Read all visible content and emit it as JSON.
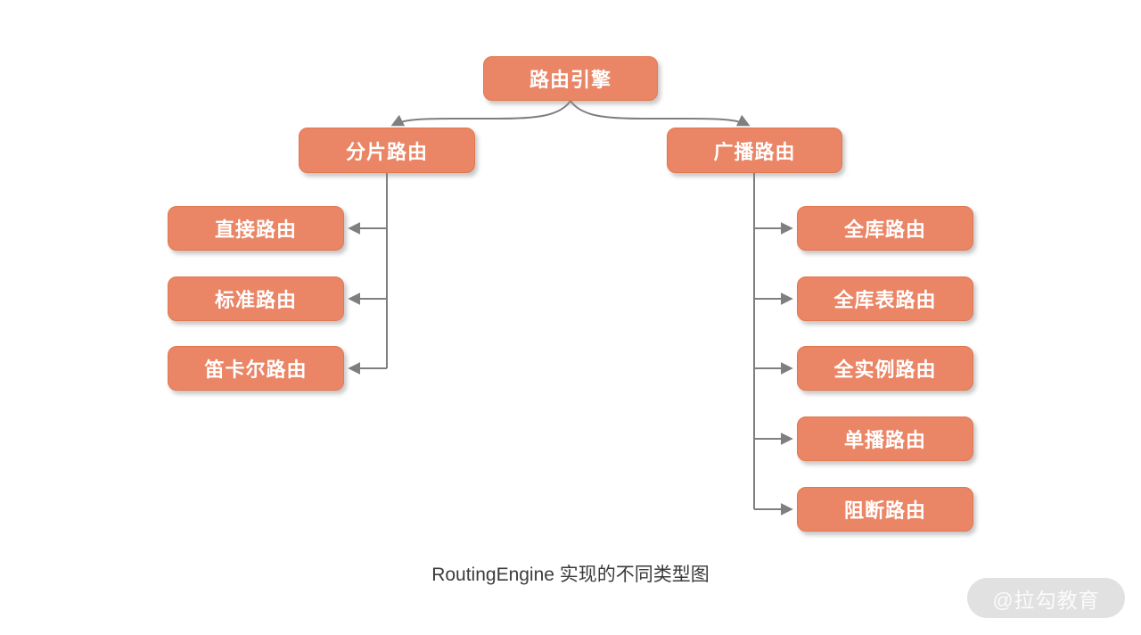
{
  "diagram": {
    "root": {
      "label": "路由引擎"
    },
    "branches": [
      {
        "label": "分片路由",
        "children": [
          {
            "label": "直接路由"
          },
          {
            "label": "标准路由"
          },
          {
            "label": "笛卡尔路由"
          }
        ]
      },
      {
        "label": "广播路由",
        "children": [
          {
            "label": "全库路由"
          },
          {
            "label": "全库表路由"
          },
          {
            "label": "全实例路由"
          },
          {
            "label": "单播路由"
          },
          {
            "label": "阻断路由"
          }
        ]
      }
    ],
    "caption": "RoutingEngine 实现的不同类型图",
    "watermark": "@拉勾教育",
    "colors": {
      "node_fill": "#ea8566",
      "node_border": "#e0784f",
      "node_text": "#ffffff",
      "connector_line": "#7f7f7f",
      "caption_text": "#3b3b3b",
      "watermark_bg": "#e1e1e1",
      "watermark_text": "#fbfbfb"
    }
  }
}
